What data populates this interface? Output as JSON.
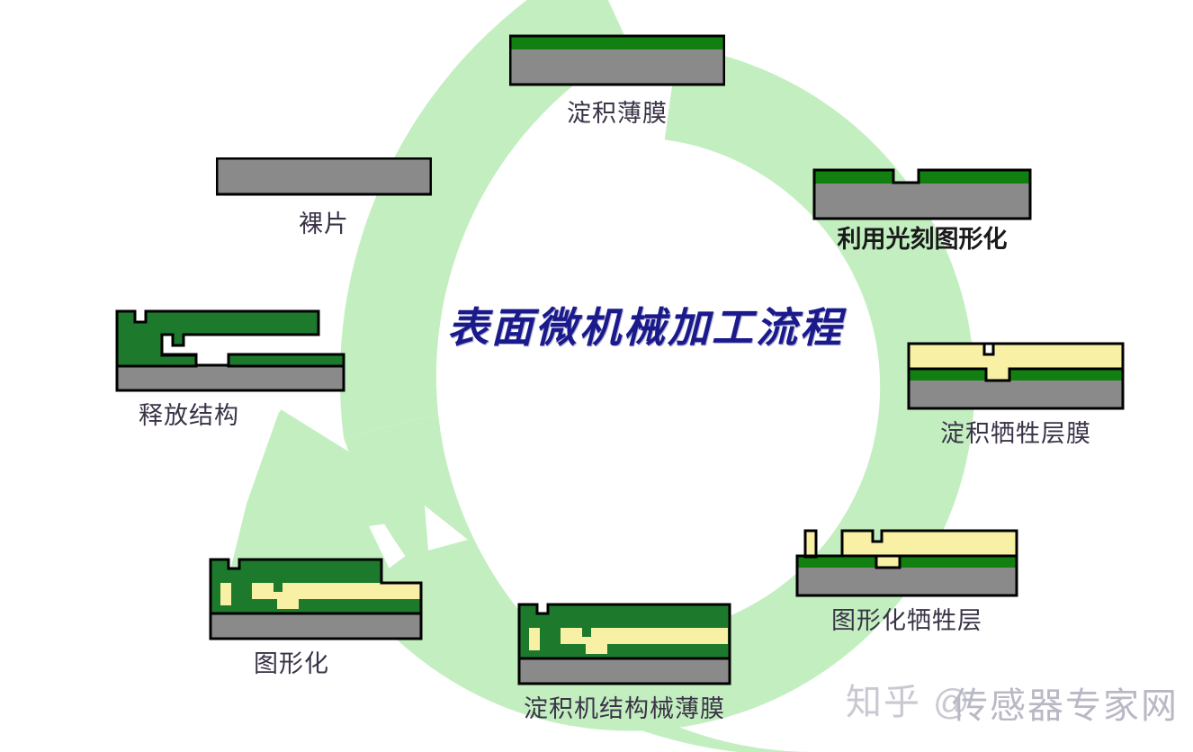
{
  "title": "表面微机械加工流程",
  "watermark": {
    "left": "知乎 @",
    "right": "传感器专家网"
  },
  "colors": {
    "substrate_gray": "#8a8a8a",
    "bright_green": "#118011",
    "structural_green": "#1d7a2c",
    "sacrificial_yellow": "#f7f0a5",
    "arrow_green": "#c3efc0",
    "outline_black": "#000000",
    "title_blue": "#1a1a8c",
    "label_ink": "#3a3347",
    "background": "#ffffff"
  },
  "flow": {
    "direction": "clockwise-from-bare-die",
    "arrow_name": "process-cycle-arrow"
  },
  "steps": [
    {
      "id": "bare-die",
      "label": "裸片",
      "label_style": "serif",
      "description": "plain gray substrate"
    },
    {
      "id": "deposit-film",
      "label": "淀积薄膜",
      "label_style": "serif",
      "description": "green thin film deposited on substrate"
    },
    {
      "id": "pattern-by-lithography",
      "label": "利用光刻图形化",
      "label_style": "bold-sans",
      "description": "green film patterned with a gap"
    },
    {
      "id": "deposit-sacrificial-film",
      "label": "淀积牺牲层膜",
      "label_style": "serif",
      "description": "yellow sacrificial layer deposited conformally"
    },
    {
      "id": "pattern-sacrificial-layer",
      "label": "图形化牺牲层",
      "label_style": "serif",
      "description": "sacrificial yellow layer patterned with openings"
    },
    {
      "id": "deposit-structural-film",
      "label": "淀积机结构械薄膜",
      "label_style": "serif",
      "description": "green structural film deposited over sacrificial layer"
    },
    {
      "id": "pattern-structure",
      "label": "图形化",
      "label_style": "serif",
      "description": "structural film patterned"
    },
    {
      "id": "release-structure",
      "label": "释放结构",
      "label_style": "serif",
      "description": "sacrificial layer removed leaving free-standing structure"
    }
  ]
}
